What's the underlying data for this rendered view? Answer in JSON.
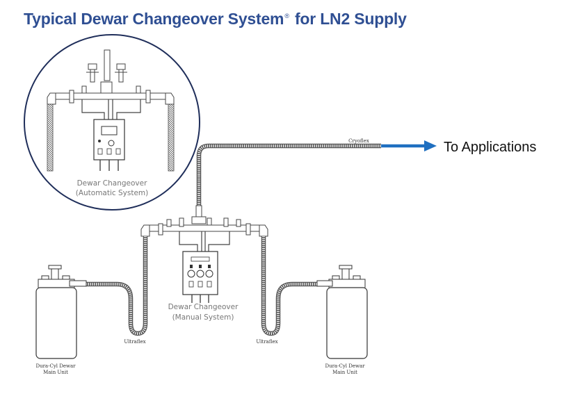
{
  "title": {
    "main": "Typical Dewar Changeover System",
    "mark": "®",
    "suffix": " for LN2 Supply"
  },
  "inset": {
    "label_line1": "Dewar Changeover",
    "label_line2": "(Automatic System)"
  },
  "manual": {
    "label_line1": "Dewar Changeover",
    "label_line2": "(Manual System)"
  },
  "hoses": {
    "cryoflex": "Cryoflex",
    "ultraflex_left": "Ultraflex",
    "ultraflex_right": "Ultraflex"
  },
  "dewars": {
    "left_line1": "Dura-Cyl Dewar",
    "left_line2": "Main Unit",
    "right_line1": "Dura-Cyl Dewar",
    "right_line2": "Main Unit"
  },
  "output": {
    "label": "To Applications",
    "arrow_color": "#1f6fc0"
  },
  "colors": {
    "title": "#2f4f93",
    "inset_border": "#1f2e5a"
  }
}
